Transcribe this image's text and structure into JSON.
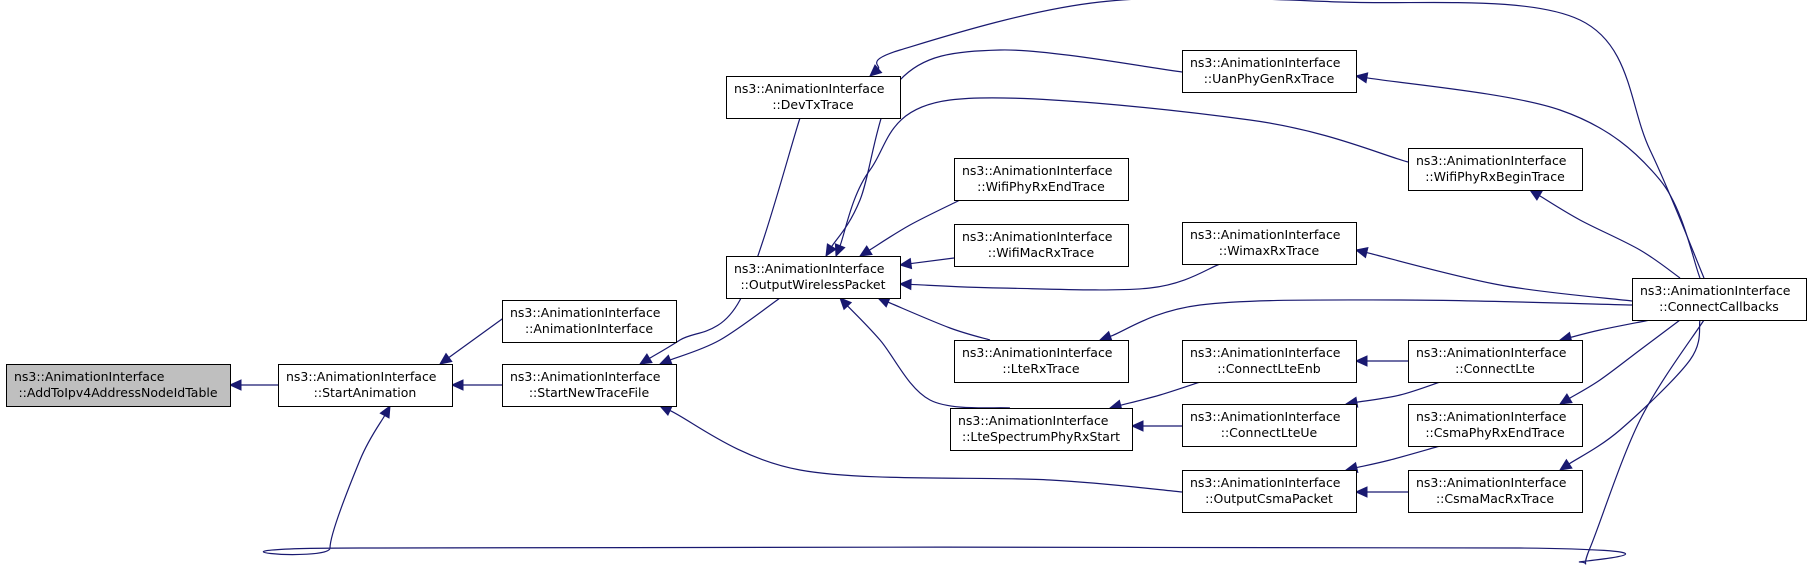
{
  "graph": {
    "nodes": [
      {
        "id": "n0",
        "line1": "ns3::AnimationInterface",
        "line2": "::AddToIpv4AddressNodeIdTable",
        "highlight": true
      },
      {
        "id": "n1",
        "line1": "ns3::AnimationInterface",
        "line2": "::StartAnimation"
      },
      {
        "id": "n2",
        "line1": "ns3::AnimationInterface",
        "line2": "::AnimationInterface"
      },
      {
        "id": "n3",
        "line1": "ns3::AnimationInterface",
        "line2": "::StartNewTraceFile"
      },
      {
        "id": "n4",
        "line1": "ns3::AnimationInterface",
        "line2": "::DevTxTrace"
      },
      {
        "id": "n5",
        "line1": "ns3::AnimationInterface",
        "line2": "::OutputWirelessPacket"
      },
      {
        "id": "n6",
        "line1": "ns3::AnimationInterface",
        "line2": "::UanPhyGenRxTrace"
      },
      {
        "id": "n7",
        "line1": "ns3::AnimationInterface",
        "line2": "::WifiPhyRxEndTrace"
      },
      {
        "id": "n8",
        "line1": "ns3::AnimationInterface",
        "line2": "::WifiMacRxTrace"
      },
      {
        "id": "n9",
        "line1": "ns3::AnimationInterface",
        "line2": "::WifiPhyRxBeginTrace"
      },
      {
        "id": "n10",
        "line1": "ns3::AnimationInterface",
        "line2": "::WimaxRxTrace"
      },
      {
        "id": "n11",
        "line1": "ns3::AnimationInterface",
        "line2": "::LteRxTrace"
      },
      {
        "id": "n12",
        "line1": "ns3::AnimationInterface",
        "line2": "::LteSpectrumPhyRxStart"
      },
      {
        "id": "n13",
        "line1": "ns3::AnimationInterface",
        "line2": "::ConnectLteEnb"
      },
      {
        "id": "n14",
        "line1": "ns3::AnimationInterface",
        "line2": "::ConnectLteUe"
      },
      {
        "id": "n15",
        "line1": "ns3::AnimationInterface",
        "line2": "::OutputCsmaPacket"
      },
      {
        "id": "n16",
        "line1": "ns3::AnimationInterface",
        "line2": "::ConnectLte"
      },
      {
        "id": "n17",
        "line1": "ns3::AnimationInterface",
        "line2": "::CsmaPhyRxEndTrace"
      },
      {
        "id": "n18",
        "line1": "ns3::AnimationInterface",
        "line2": "::CsmaMacRxTrace"
      },
      {
        "id": "n19",
        "line1": "ns3::AnimationInterface",
        "line2": "::ConnectCallbacks"
      }
    ],
    "edges": [
      {
        "from": "n1",
        "to": "n0"
      },
      {
        "from": "n2",
        "to": "n1"
      },
      {
        "from": "n3",
        "to": "n1"
      },
      {
        "from": "n19",
        "to": "n1"
      },
      {
        "from": "n4",
        "to": "n3"
      },
      {
        "from": "n5",
        "to": "n3"
      },
      {
        "from": "n15",
        "to": "n3"
      },
      {
        "from": "n19",
        "to": "n4"
      },
      {
        "from": "n6",
        "to": "n5"
      },
      {
        "from": "n7",
        "to": "n5"
      },
      {
        "from": "n8",
        "to": "n5"
      },
      {
        "from": "n9",
        "to": "n5"
      },
      {
        "from": "n10",
        "to": "n5"
      },
      {
        "from": "n11",
        "to": "n5"
      },
      {
        "from": "n12",
        "to": "n5"
      },
      {
        "from": "n19",
        "to": "n6"
      },
      {
        "from": "n19",
        "to": "n9"
      },
      {
        "from": "n19",
        "to": "n10"
      },
      {
        "from": "n19",
        "to": "n11"
      },
      {
        "from": "n13",
        "to": "n12"
      },
      {
        "from": "n14",
        "to": "n12"
      },
      {
        "from": "n16",
        "to": "n13"
      },
      {
        "from": "n16",
        "to": "n14"
      },
      {
        "from": "n17",
        "to": "n15"
      },
      {
        "from": "n18",
        "to": "n15"
      },
      {
        "from": "n19",
        "to": "n16"
      },
      {
        "from": "n19",
        "to": "n17"
      },
      {
        "from": "n19",
        "to": "n18"
      }
    ],
    "colors": {
      "edge": "#191970",
      "highlight_fill": "#bfbfbf",
      "box_stroke": "#000000"
    }
  }
}
